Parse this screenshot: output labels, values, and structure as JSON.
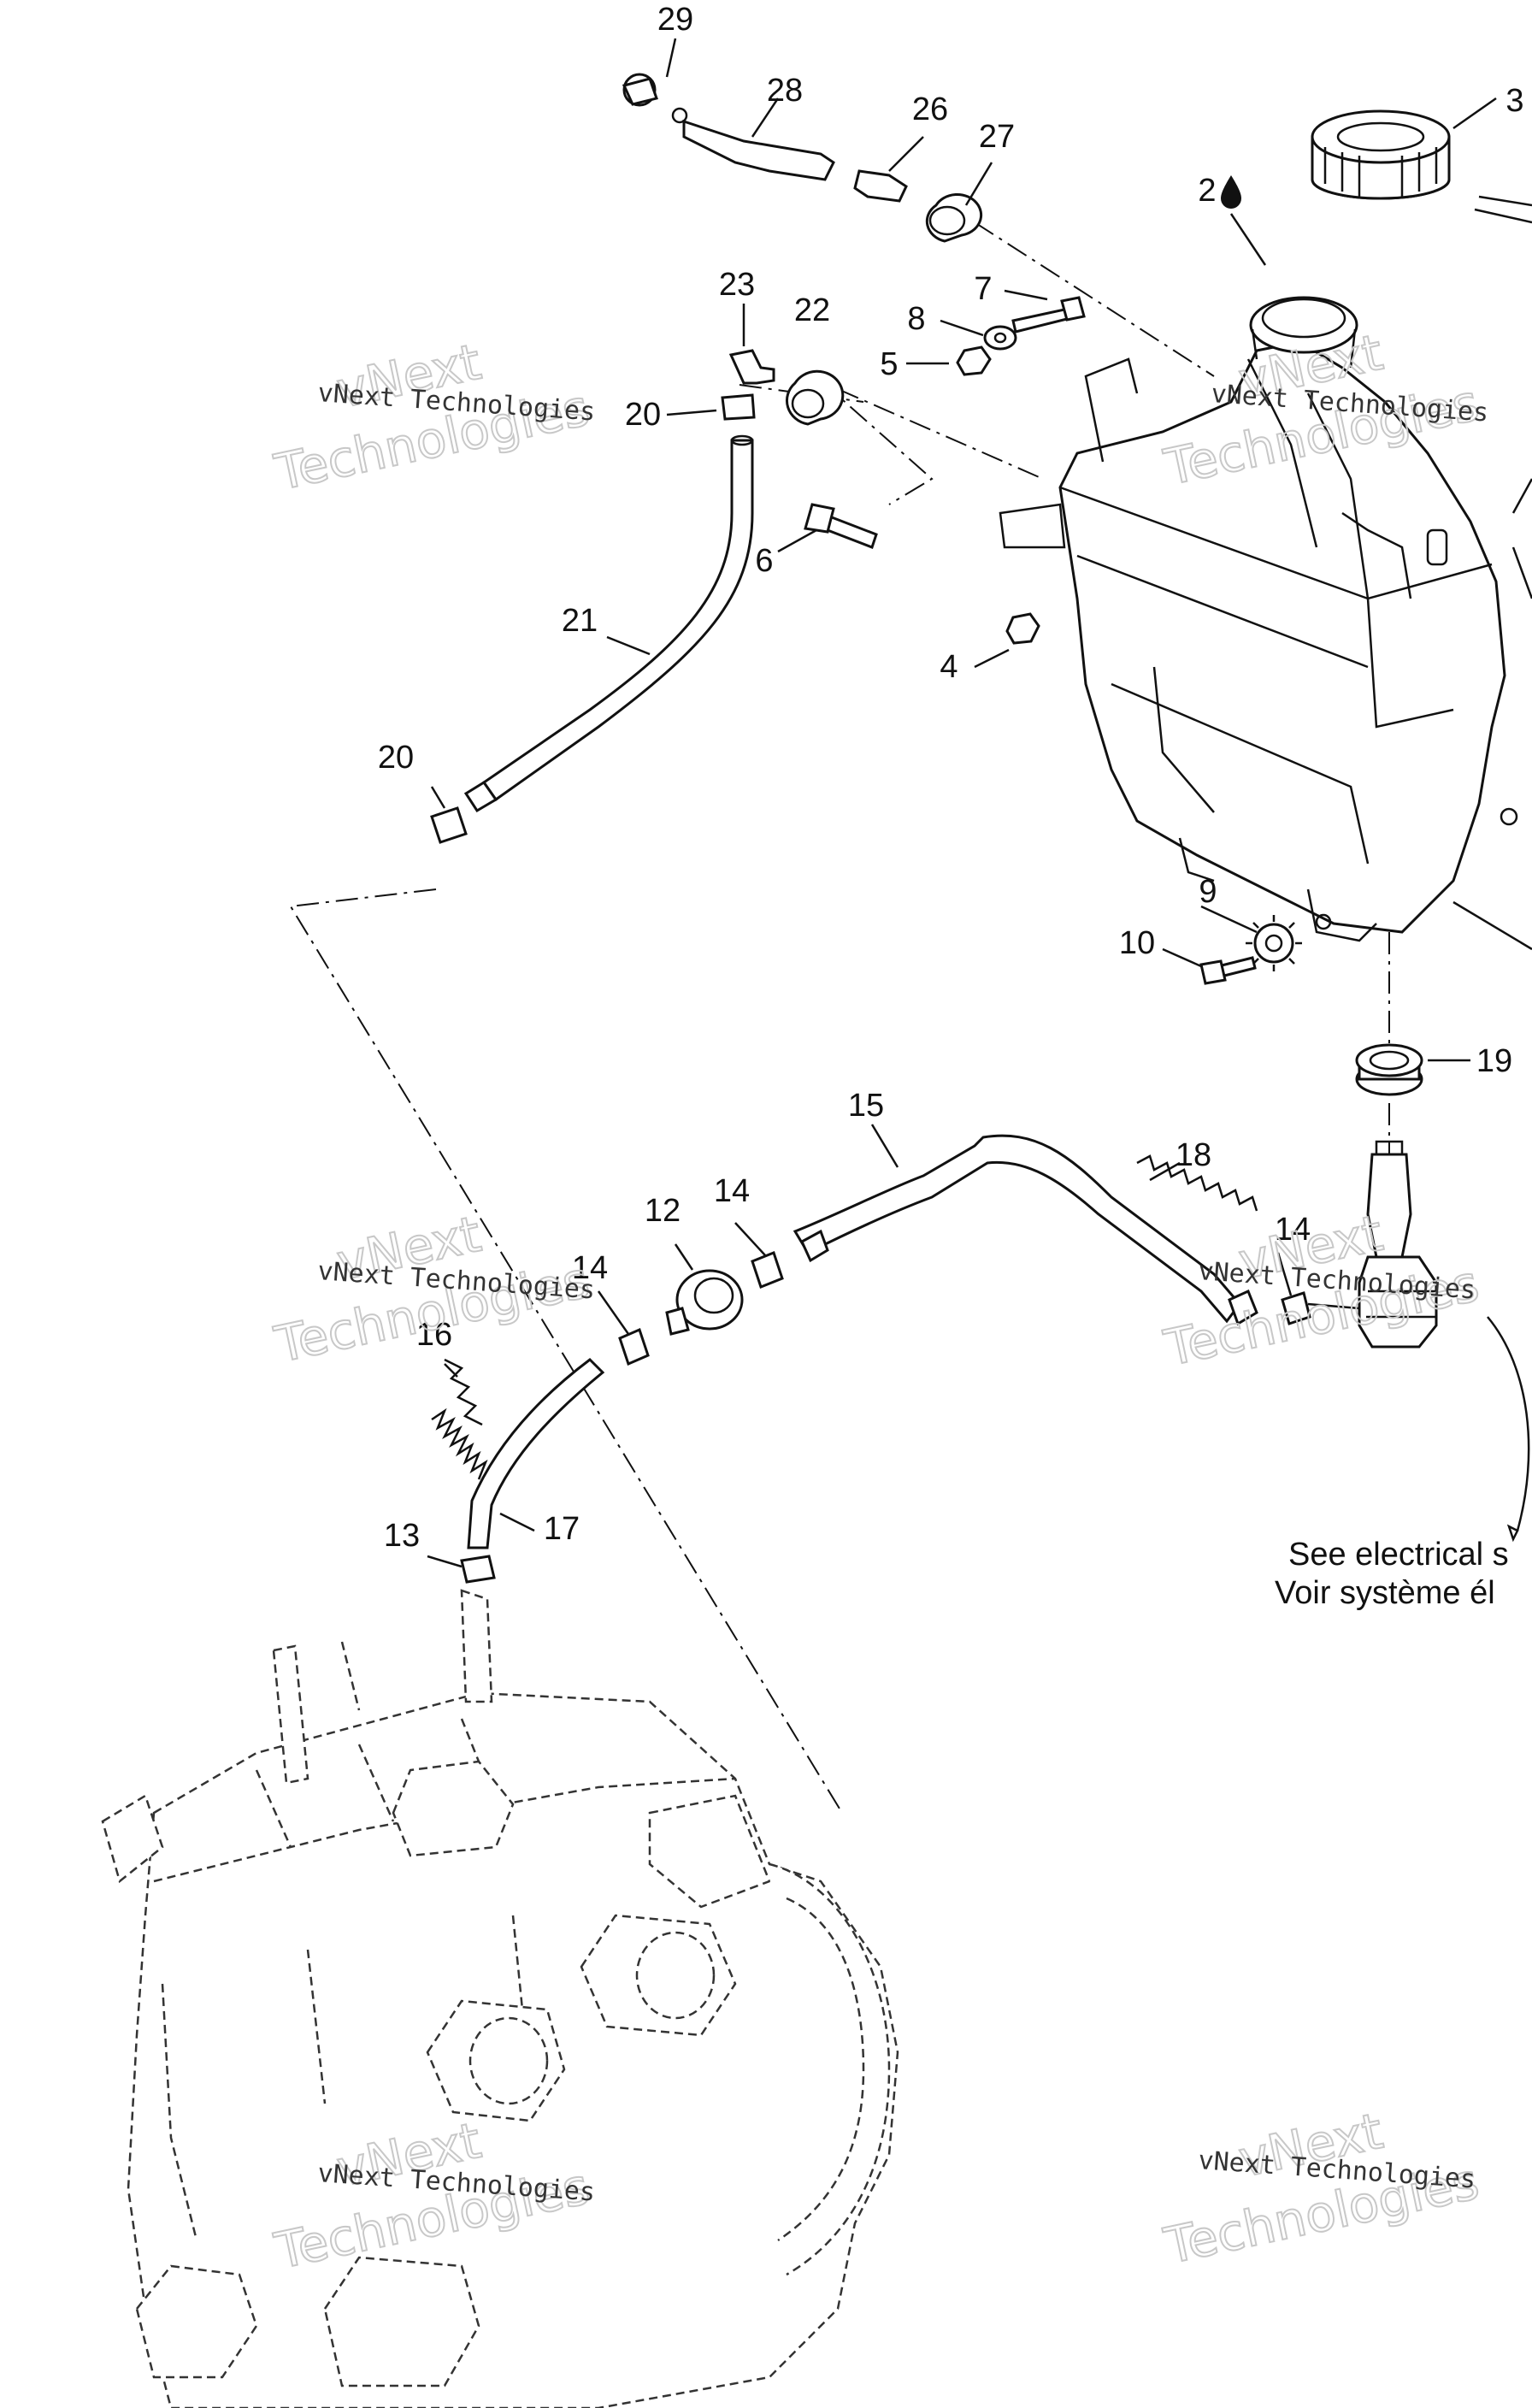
{
  "callouts": [
    {
      "id": "c29",
      "text": "29"
    },
    {
      "id": "c28",
      "text": "28"
    },
    {
      "id": "c26",
      "text": "26"
    },
    {
      "id": "c27",
      "text": "27"
    },
    {
      "id": "c3",
      "text": "3"
    },
    {
      "id": "c2",
      "text": "2"
    },
    {
      "id": "c23",
      "text": "23"
    },
    {
      "id": "c22",
      "text": "22"
    },
    {
      "id": "c7",
      "text": "7"
    },
    {
      "id": "c8",
      "text": "8"
    },
    {
      "id": "c5",
      "text": "5"
    },
    {
      "id": "c20a",
      "text": "20"
    },
    {
      "id": "c6",
      "text": "6"
    },
    {
      "id": "c21",
      "text": "21"
    },
    {
      "id": "c4",
      "text": "4"
    },
    {
      "id": "c20b",
      "text": "20"
    },
    {
      "id": "c9",
      "text": "9"
    },
    {
      "id": "c10",
      "text": "10"
    },
    {
      "id": "c19",
      "text": "19"
    },
    {
      "id": "c15",
      "text": "15"
    },
    {
      "id": "c18",
      "text": "18"
    },
    {
      "id": "c12",
      "text": "12"
    },
    {
      "id": "c14a",
      "text": "14"
    },
    {
      "id": "c14b",
      "text": "14"
    },
    {
      "id": "c14c",
      "text": "14"
    },
    {
      "id": "c16",
      "text": "16"
    },
    {
      "id": "c13",
      "text": "13"
    },
    {
      "id": "c17",
      "text": "17"
    }
  ],
  "notes": {
    "en": "See electrical s",
    "fr": "Voir système él"
  },
  "watermark": {
    "small": "vNext Technologies",
    "big_line1": "vNext",
    "big_line2": "Technologies"
  },
  "icons": {
    "oil_drop": "oil-drop-icon"
  }
}
